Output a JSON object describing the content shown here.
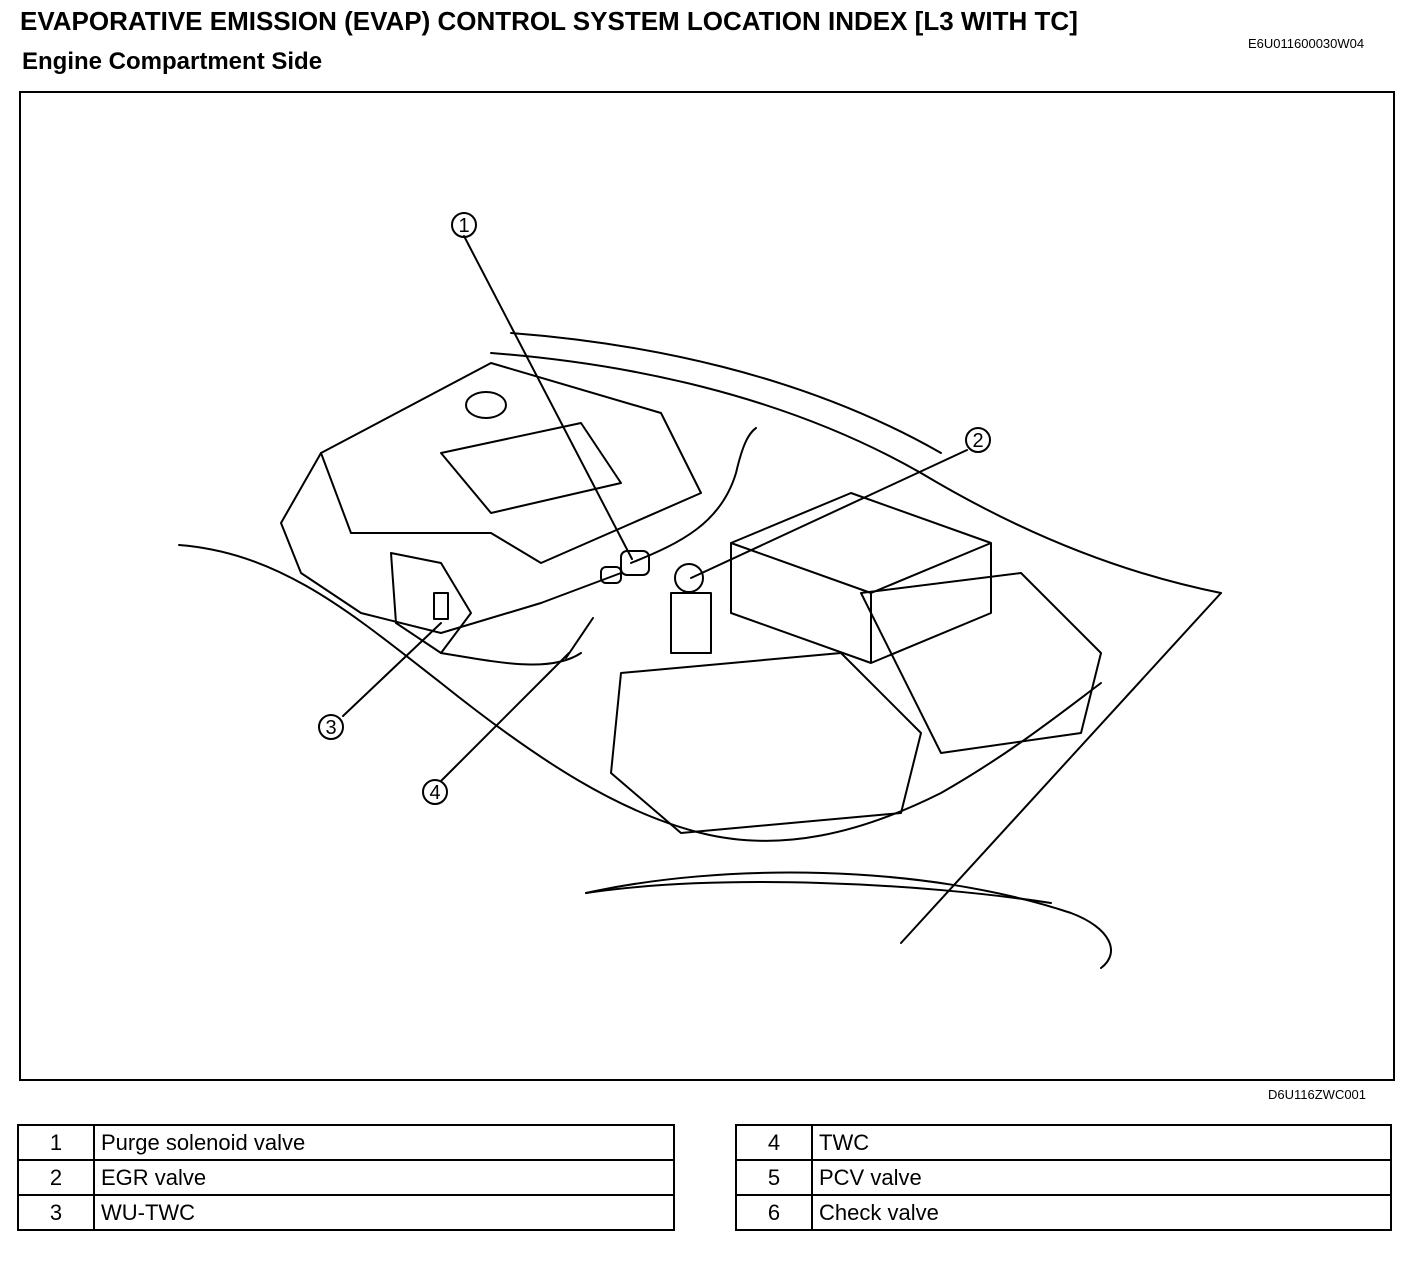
{
  "header": {
    "title": "EVAPORATIVE EMISSION (EVAP) CONTROL SYSTEM LOCATION INDEX [L3 WITH TC]",
    "subtitle": "Engine Compartment Side",
    "doc_code": "E6U011600030W04"
  },
  "figure": {
    "code": "D6U116ZWC001",
    "callouts": [
      "1",
      "2",
      "3",
      "4"
    ]
  },
  "legend": {
    "left": [
      {
        "num": "1",
        "label": "Purge solenoid valve"
      },
      {
        "num": "2",
        "label": "EGR valve"
      },
      {
        "num": "3",
        "label": "WU-TWC"
      }
    ],
    "right": [
      {
        "num": "4",
        "label": "TWC"
      },
      {
        "num": "5",
        "label": "PCV valve"
      },
      {
        "num": "6",
        "label": "Check valve"
      }
    ]
  }
}
